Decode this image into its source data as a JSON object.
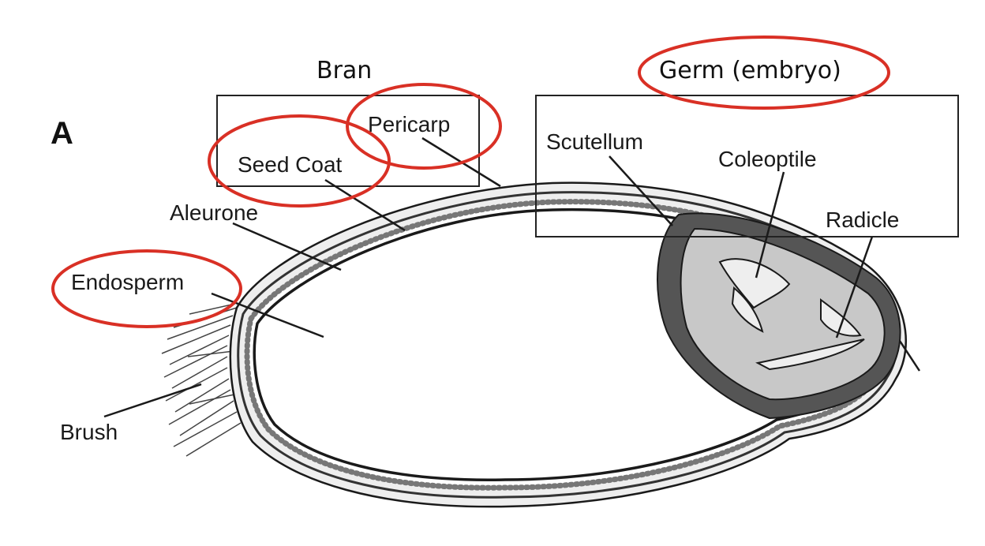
{
  "panel_label": "A",
  "groups": {
    "bran": "Bran",
    "germ": "Germ (embryo)"
  },
  "labels": {
    "pericarp": "Pericarp",
    "seed_coat": "Seed Coat",
    "aleurone": "Aleurone",
    "endosperm": "Endosperm",
    "brush": "Brush",
    "scutellum": "Scutellum",
    "coleoptile": "Coleoptile",
    "radicle": "Radicle"
  },
  "colors": {
    "highlight": "#d93025",
    "outline": "#1a1a1a",
    "scutellum_fill": "#555555",
    "embryo_fill": "#c8c8c8",
    "pericarp_fill": "#eeeeee"
  }
}
